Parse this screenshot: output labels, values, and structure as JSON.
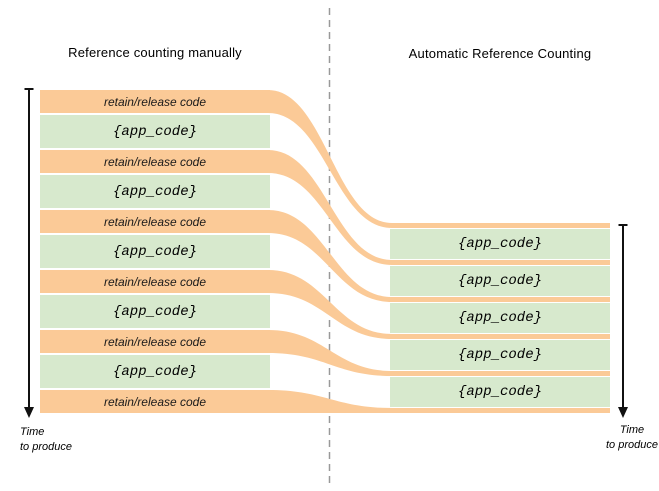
{
  "diagram": {
    "left_panel": {
      "title": "Reference counting manually",
      "retain_release_label": "retain/release code",
      "app_code_label": "{app_code}",
      "time_axis": {
        "line1": "Time",
        "line2": "to produce"
      }
    },
    "right_panel": {
      "title": "Automatic Reference Counting",
      "app_code_label": "{app_code}",
      "time_axis": {
        "line1": "Time",
        "line2": "to produce"
      }
    },
    "colors": {
      "retain_release_fill": "#fbca97",
      "app_code_fill": "#d7e9cd",
      "divider": "#999999",
      "arrow": "#111111"
    }
  }
}
